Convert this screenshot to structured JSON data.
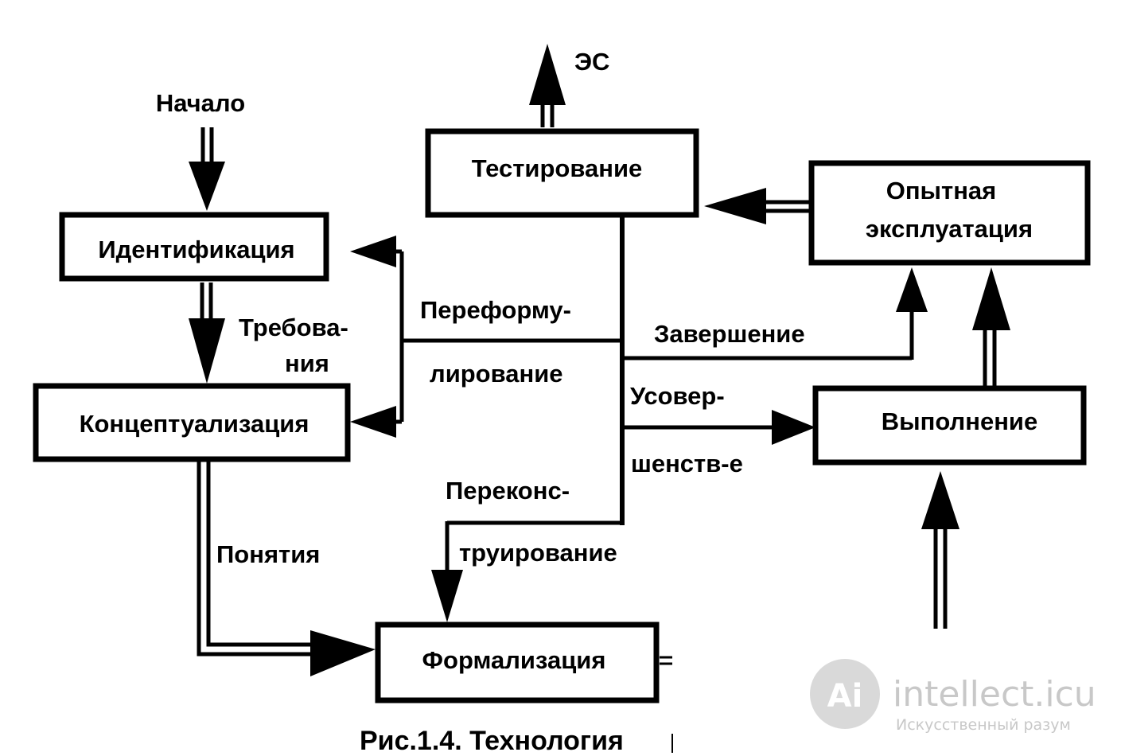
{
  "boxes": {
    "identification": "Идентификация",
    "conceptualization": "Концептуализация",
    "formalization": "Формализация",
    "testing": "Тестирование",
    "trial_operation_line1": "Опытная",
    "trial_operation_line2": "эксплуатация",
    "execution": "Выполнение"
  },
  "labels": {
    "start": "Начало",
    "es": "ЭС",
    "requirements_line1": "Требова-",
    "requirements_line2": "ния",
    "reformulation_line1": "Переформу-",
    "reformulation_line2": "лирование",
    "completion": "Завершение",
    "improvement_line1": "Усовер-",
    "improvement_line2": "шенств-е",
    "reconstruction_line1": "Переконс-",
    "reconstruction_line2": "труирование",
    "concepts": "Понятия"
  },
  "caption": "Рис.1.4. Технология",
  "watermark": {
    "logo_text": "Ai",
    "site": "intellect.icu",
    "tagline": "Искусственный разум"
  },
  "colors": {
    "ink": "#000000",
    "background": "#ffffff",
    "watermark_gray": "#d9d9d9",
    "watermark_text": "#c8c8c8"
  }
}
